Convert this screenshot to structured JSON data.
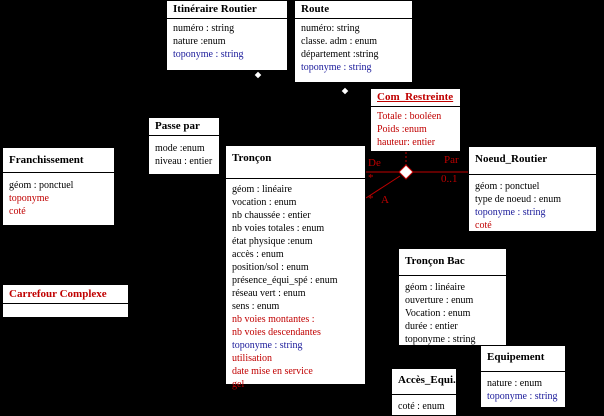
{
  "classes": {
    "itineraire": {
      "name": "Itinéraire Routier",
      "attrs": [
        {
          "t": "numéro : string",
          "c": "black"
        },
        {
          "t": "nature :enum",
          "c": "black"
        },
        {
          "t": "toponyme : string",
          "c": "blue"
        }
      ]
    },
    "route": {
      "name": "Route",
      "attrs": [
        {
          "t": "numéro: string",
          "c": "black"
        },
        {
          "t": "classe. adm : enum",
          "c": "black"
        },
        {
          "t": "département :string",
          "c": "black"
        },
        {
          "t": "toponyme : string",
          "c": "blue"
        }
      ]
    },
    "com_restreinte": {
      "name": "Com_Restreinte",
      "attrs": [
        {
          "t": "Totale : booléen",
          "c": "red"
        },
        {
          "t": "Poids :enum",
          "c": "red"
        },
        {
          "t": "hauteur: entier",
          "c": "red"
        }
      ]
    },
    "passe_par": {
      "name": "Passe par",
      "attrs": [
        {
          "t": "mode :enum",
          "c": "black"
        },
        {
          "t": "niveau : entier",
          "c": "black"
        }
      ]
    },
    "franchissement": {
      "name": "Franchissement",
      "attrs": [
        {
          "t": "géom : ponctuel",
          "c": "black"
        },
        {
          "t": "toponyme",
          "c": "red"
        },
        {
          "t": "coté",
          "c": "red"
        }
      ]
    },
    "troncon": {
      "name": "Tronçon",
      "attrs": [
        {
          "t": "géom : linéaire",
          "c": "black"
        },
        {
          "t": "vocation : enum",
          "c": "black"
        },
        {
          "t": "nb chaussée : entier",
          "c": "black"
        },
        {
          "t": "nb voies totales : enum",
          "c": "black"
        },
        {
          "t": "état physique :enum",
          "c": "black"
        },
        {
          "t": "accès : enum",
          "c": "black"
        },
        {
          "t": "position/sol : enum",
          "c": "black"
        },
        {
          "t": "présence_équi_spé : enum",
          "c": "black"
        },
        {
          "t": "réseau vert : enum",
          "c": "black"
        },
        {
          "t": "sens : enum",
          "c": "black"
        },
        {
          "t": "nb voies montantes :",
          "c": "red"
        },
        {
          "t": "nb voies descendantes",
          "c": "red"
        },
        {
          "t": "toponyme : string",
          "c": "blue"
        },
        {
          "t": "utilisation",
          "c": "red"
        },
        {
          "t": "date mise en service",
          "c": "red"
        },
        {
          "t": "gel",
          "c": "red"
        }
      ]
    },
    "noeud_routier": {
      "name": "Noeud_Routier",
      "attrs": [
        {
          "t": "géom : ponctuel",
          "c": "black"
        },
        {
          "t": "type de noeud : enum",
          "c": "black"
        },
        {
          "t": "toponyme : string",
          "c": "blue"
        },
        {
          "t": "coté",
          "c": "red"
        }
      ]
    },
    "carrefour_complexe": {
      "name": "Carrefour Complexe",
      "attrs": []
    },
    "troncon_bac": {
      "name": "Tronçon Bac",
      "attrs": [
        {
          "t": "géom : linéaire",
          "c": "black"
        },
        {
          "t": "ouverture : enum",
          "c": "black"
        },
        {
          "t": "Vocation : enum",
          "c": "black"
        },
        {
          "t": "durée : entier",
          "c": "black"
        },
        {
          "t": "toponyme : string",
          "c": "black"
        }
      ]
    },
    "equipement": {
      "name": "Equipement",
      "attrs": [
        {
          "t": "nature : enum",
          "c": "black"
        },
        {
          "t": "toponyme : string",
          "c": "blue"
        }
      ]
    },
    "acces_equi": {
      "name": "Accès_Equi.",
      "attrs": [
        {
          "t": "coté : enum",
          "c": "black"
        }
      ]
    }
  },
  "association_labels": {
    "de": "De",
    "par": "Par",
    "star1": "*",
    "star2": "*",
    "a": "A",
    "mult": "0..1"
  }
}
